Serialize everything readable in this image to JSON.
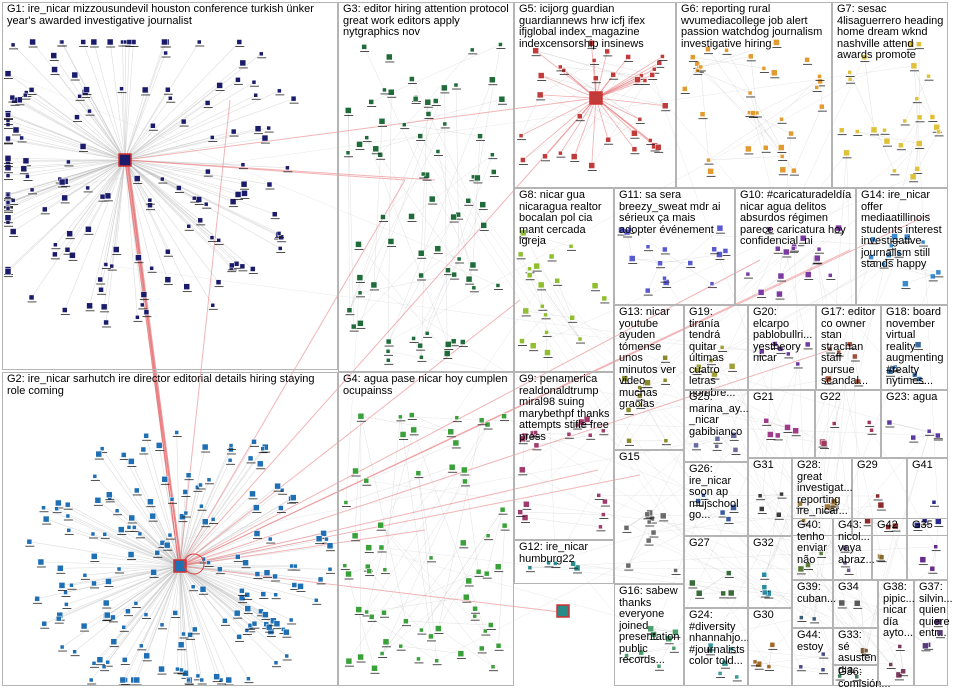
{
  "graph": {
    "type": "network-graph",
    "edge_color": "#bcbcbc",
    "highlight_edge_color": "#e8777a",
    "groups": [
      {
        "id": "G1",
        "label": "G1: ire_nicar mizzousundevil houston conference turkish ünker year's awarded investigative journalist",
        "node_color": "#1b1b6b"
      },
      {
        "id": "G2",
        "label": "G2: ire_nicar sarhutch ire director editorial details hiring staying role coming",
        "node_color": "#1f6fb4"
      },
      {
        "id": "G3",
        "label": "G3: editor hiring attention protocol great work editors apply nytgraphics nov",
        "node_color": "#1f6b3a"
      },
      {
        "id": "G4",
        "label": "G4: agua pase nicar hoy cumplen ocupainss",
        "node_color": "#3aa13a"
      },
      {
        "id": "G5",
        "label": "G5: icijorg guardian guardiannews hrw icfj ifex ifjglobal index_magazine indexcensorship insinews",
        "node_color": "#c23b3b"
      },
      {
        "id": "G6",
        "label": "G6: reporting rural wvumediacollege job alert passion watchdog journalism investigative hiring",
        "node_color": "#e39a2f"
      },
      {
        "id": "G7",
        "label": "G7: sesac 4lisaguerrero heading home dream wknd nashville attend awards promote",
        "node_color": "#e0c23a"
      },
      {
        "id": "G8",
        "label": "G8: nicar gua nicaragua realtor bocalan pol cia mant cercada igreja",
        "node_color": "#8fbf2f"
      },
      {
        "id": "G9",
        "label": "G9: penamerica realdonaldtrump miral98 suing marybethpf thanks attempts stifle free press",
        "node_color": "#a03a6b"
      },
      {
        "id": "G10",
        "label": "G10: #caricaturadeldía nicar agua delitos absurdos régimen parece caricatura hoy confidencial_ni",
        "node_color": "#7a3aa0"
      },
      {
        "id": "G11",
        "label": "G11: sa sera breezy_sweat mdr ai sérieux ça mais adopter événement",
        "node_color": "#5a5ad0"
      },
      {
        "id": "G12",
        "label": "G12: ire_nicar humburg22",
        "node_color": "#2a8a8a"
      },
      {
        "id": "G13",
        "label": "G13: nicar youtube ayuden tómense unos minutos ver video muchas gracias",
        "node_color": "#8a8a2a"
      },
      {
        "id": "G14",
        "label": "G14: ire_nicar offer mediaatillinois students interest investigative journalism still stands happy",
        "node_color": "#3a8ad0"
      },
      {
        "id": "G15",
        "label": "G15",
        "node_color": "#6a6a6a"
      },
      {
        "id": "G16",
        "label": "G16: sabew thanks everyone joined presentation public records...",
        "node_color": "#4aa06a"
      },
      {
        "id": "G17",
        "label": "G17: editor co owner stan strachan staff pursue scandal...",
        "node_color": "#a0503a"
      },
      {
        "id": "G18",
        "label": "G18: board november virtual reality augmenting #realty nytimes...",
        "node_color": "#3a6aa0"
      },
      {
        "id": "G19",
        "label": "G19: tiranía tendrá quitar últimas cuatro letras nombre...",
        "node_color": "#a0a03a"
      },
      {
        "id": "G20",
        "label": "G20: elcarpo pablobullri... yestheory nicar",
        "node_color": "#6a3aa0"
      },
      {
        "id": "G21",
        "label": "G21",
        "node_color": "#a03a8a"
      },
      {
        "id": "G22",
        "label": "G22",
        "node_color": "#a03a5a"
      },
      {
        "id": "G23",
        "label": "G23: agua",
        "node_color": "#5a3aa0"
      },
      {
        "id": "G24",
        "label": "G24: #diversity nhannahjo... #journalists color told...",
        "node_color": "#3a9a9a"
      },
      {
        "id": "G25",
        "label": "G25: marina_ay... _nicar gabibianco",
        "node_color": "#6a6aa0"
      },
      {
        "id": "G26",
        "label": "G26: ire_nicar soon ap mujschool go...",
        "node_color": "#3a5aa0"
      },
      {
        "id": "G27",
        "label": "G27",
        "node_color": "#3a6a3a"
      },
      {
        "id": "G28",
        "label": "G28: great investigat... reporting ire_nicar...",
        "node_color": "#a07a3a"
      },
      {
        "id": "G29",
        "label": "G29",
        "node_color": "#8a2a2a"
      },
      {
        "id": "G30",
        "label": "G30",
        "node_color": "#a06a2a"
      },
      {
        "id": "G31",
        "label": "G31",
        "node_color": "#3a3a3a"
      },
      {
        "id": "G32",
        "label": "G32",
        "node_color": "#2a8aa0"
      },
      {
        "id": "G33",
        "label": "G33: sé asusten día...",
        "node_color": "#7a5a3a"
      },
      {
        "id": "G34",
        "label": "G34",
        "node_color": "#5a5a5a"
      },
      {
        "id": "G35",
        "label": "G35",
        "node_color": "#6a2a8a"
      },
      {
        "id": "G36",
        "label": "G36: comisión...",
        "node_color": "#3a7a5a"
      },
      {
        "id": "G37",
        "label": "G37: silvin... quien quiere entr...",
        "node_color": "#5a3a7a"
      },
      {
        "id": "G38",
        "label": "G38: pipic... nicar día ayto...",
        "node_color": "#7a3a5a"
      },
      {
        "id": "G39",
        "label": "G39: cuban...",
        "node_color": "#3a5a7a"
      },
      {
        "id": "G40",
        "label": "G40: tenho enviar não",
        "node_color": "#5a7a3a"
      },
      {
        "id": "G41",
        "label": "G41",
        "node_color": "#2a2a8a"
      },
      {
        "id": "G42",
        "label": "G42",
        "node_color": "#8a6a2a"
      },
      {
        "id": "G43",
        "label": "G43: nicol... vaya abraz...",
        "node_color": "#6a5a8a"
      },
      {
        "id": "G44",
        "label": "G44: estoy",
        "node_color": "#4a4a8a"
      }
    ]
  }
}
